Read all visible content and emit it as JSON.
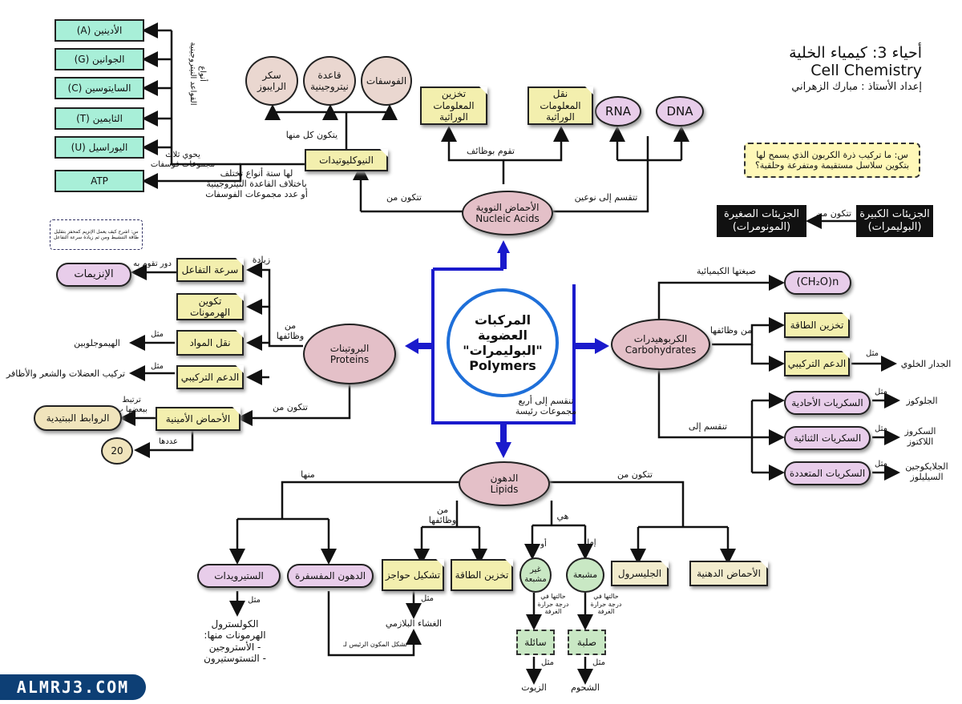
{
  "title": {
    "line1": "أحياء 3: كيمياء الخلية",
    "line2": "Cell Chemistry",
    "line3": "إعداد الأستاذ : مبارك الزهراني"
  },
  "question_top": "س: ما تركيب ذرة الكربون الذي يسمح لها بتكوين سلاسل مستقيمة ومتفرعة وحلقية؟",
  "question_left": "س: اشرح كيف يعمل الإنزيم كمحفز بتقليل طاقة التنشيط ومن ثم زيادة سرعة التفاعل",
  "center": "المركبات العضوية\n\"البوليمرات\"\nPolymers",
  "macro_box": "الجزيئات الكبيرة\n(البوليمرات)",
  "micro_box": "الجزيئات الصغيرة\n(المونومرات)",
  "macro_label": "تتكون من",
  "nucleic": {
    "main": "الأحماض النووية\nNucleic Acids",
    "to_nucleotides": "تتكون من",
    "two_types": "تتقسم إلى نوعين",
    "dna": "DNA",
    "rna": "RNA",
    "functions_label": "تقوم بوظائف",
    "transfer": "نقل\nالمعلومات الوراثية",
    "storage": "تخزين\nالمعلومات الوراثية",
    "nucleotides": "النيوكليوتيدات",
    "each_of": "يتكون كل منها",
    "phosphates": "الفوسفات",
    "nbase": "قاعدة\nنيتروجينية",
    "sugar": "سكر\nالرايبوز",
    "six_types": "لها ستة أنواع تختلف\nباختلاف القاعدة النيتروجينية\nأو عدد مجموعات الفوسفات",
    "contains_three": "يحوي ثلاث\nمجموعات فوسفات",
    "base_types_label": "أنواع\nالقواعد النيتروجينية",
    "adenine": "الأدينين (A)",
    "guanine": "الجوانين (G)",
    "cytosine": "السايتوسين (C)",
    "thymine": "الثايمين (T)",
    "uracil": "اليوراسيل (U)",
    "atp": "ATP"
  },
  "proteins": {
    "main": "البروتينات\nProteins",
    "functions_label": "من\nوظائفها",
    "increase": "زيادة",
    "rate": "سرعة التفاعل",
    "role": "دور تقوم به",
    "enzymes": "الإنزيمات",
    "hormones": "تكوين الهرمونات",
    "transport": "نقل المواد",
    "example1": "مثل",
    "hemoglobin": "الهيموجلوبين",
    "support": "الدعم التركيبي",
    "example2": "مثل",
    "muscles": "تركيب العضلات والشعر والأظافر",
    "made_of": "تتكون من",
    "amino": "الأحماض الأمينية",
    "linked": "ترتبط\nببعضها ب",
    "peptide": "الروابط الببتيدية",
    "number_label": "عددها",
    "twenty": "20"
  },
  "carbs": {
    "main": "الكربوهيدرات\nCarbohydrates",
    "formula_label": "صيغتها الكيميائية",
    "formula": "(CH₂O)n",
    "functions_label": "من وظائفها",
    "energy": "تخزين الطاقة",
    "support": "الدعم التركيبي",
    "example": "مثل",
    "cellwall": "الجدار الخلوي",
    "divided": "تنقسم إلى",
    "mono": "السكريات الأحادية",
    "di": "السكريات الثنائية",
    "poly": "السكريات المتعددة",
    "ex1": "مثل",
    "ex2": "مثل",
    "ex3": "مثل",
    "glucose": "الجلوكوز",
    "sucrose": "السكروز\nاللاكتوز",
    "glycogen": "الجلايكوجين\nالسيليلوز"
  },
  "lipids": {
    "main": "الدهون\nLipids",
    "four_groups": "تنقسم إلى أربع\nمجموعات رئيسة",
    "of_them": "منها",
    "made_of": "تتكون من",
    "functions_label": "من\nوظائفها",
    "is_label": "هي",
    "steroids": "الستيرويدات",
    "phospho": "الدهون المفسفرة",
    "barrier": "تشكيل حواجز",
    "energy": "تخزين الطاقة",
    "unsat": "غير\nمشبعة",
    "sat": "مشبعة",
    "glycerol": "الجليسرول",
    "fatty": "الأحماض الدهنية",
    "either": "إما",
    "or": "أو",
    "example_s": "مثل",
    "cholesterol": "الكولسترول\nالهرمونات منها:\n- الأستروجين\n- التستوستيرون",
    "example_b": "مثل",
    "membrane": "الغشاء البلازمي",
    "main_comp": "تشكل المكون الرئيس لـ",
    "state_liquid": "حالتها في\nدرجة حرارة\nالغرفة",
    "state_solid": "حالتها في\nدرجة حرارة\nالغرفة",
    "liquid": "سائلة",
    "solid": "صلبة",
    "ex_l": "مثل",
    "ex_s": "مثل",
    "oils": "الزيوت",
    "fats": "الشحوم"
  },
  "logo": "ALMRJ3.COM"
}
